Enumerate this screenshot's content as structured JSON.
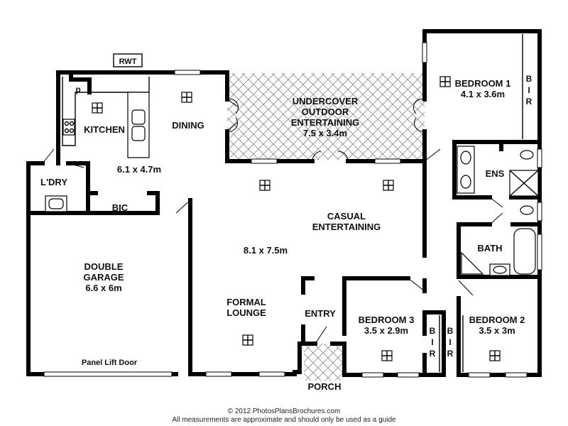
{
  "rooms": {
    "rwt": "RWT",
    "pantry": "p",
    "kitchen": "KITCHEN",
    "dining": "DINING",
    "kitchen_dining_size": "6.1 x 4.7m",
    "laundry": "L'DRY",
    "bic": "BIC",
    "outdoor_line1": "UNDERCOVER",
    "outdoor_line2": "OUTDOOR",
    "outdoor_line3": "ENTERTAINING",
    "outdoor_size": "7.5 x 3.4m",
    "bedroom1": "BEDROOM 1",
    "bedroom1_size": "4.1 x 3.6m",
    "bir1_b": "B",
    "bir1_i": "I",
    "bir1_r": "R",
    "ens": "ENS",
    "casual_line1": "CASUAL",
    "casual_line2": "ENTERTAINING",
    "living_size": "8.1 x 7.5m",
    "bath": "BATH",
    "garage_line1": "DOUBLE",
    "garage_line2": "GARAGE",
    "garage_size": "6.6 x 6m",
    "panel_lift_door": "Panel Lift Door",
    "formal_line1": "FORMAL",
    "formal_line2": "LOUNGE",
    "entry": "ENTRY",
    "porch": "PORCH",
    "bedroom3": "BEDROOM 3",
    "bedroom3_size": "3.5 x 2.9m",
    "bir3_b": "B",
    "bir3_i": "I",
    "bir3_r": "R",
    "bir2_b": "B",
    "bir2_i": "I",
    "bir2_r": "R",
    "bedroom2": "BEDROOM 2",
    "bedroom2_size": "3.5 x 3m"
  },
  "footer": {
    "copyright": "© 2012 PhotosPlansBrochures.com",
    "disclaimer": "All measurements are approximate and should only be used as a guide"
  }
}
